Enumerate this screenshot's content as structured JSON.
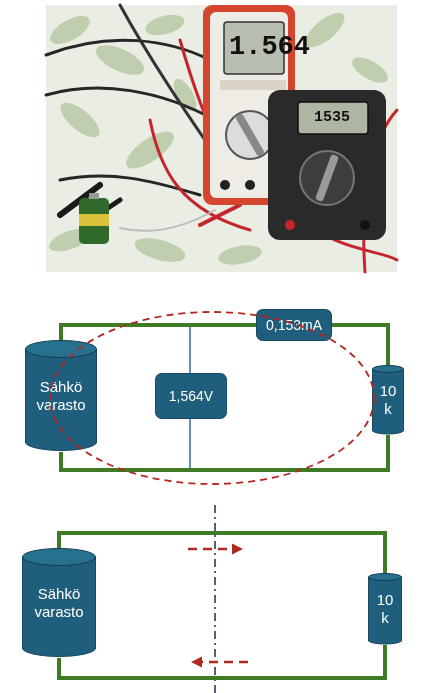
{
  "diagram": {
    "nodes": [
      {
        "text": [
          "Sähkö varasto"
        ]
      },
      {
        "text": [
          "1,564V"
        ]
      },
      {
        "text": [
          "0,153mA"
        ]
      },
      {
        "text": [
          "10 k"
        ]
      },
      {
        "text": [
          "Sähkö varasto"
        ]
      },
      {
        "text": [
          "10 k"
        ]
      }
    ],
    "edges": [
      {
        "from": 0,
        "to": 2,
        "arrow": "none"
      },
      {
        "from": 2,
        "to": 3,
        "arrow": "none"
      },
      {
        "from": 0,
        "to": 3,
        "arrow": "none"
      },
      {
        "from": 4,
        "to": 5,
        "arrow": "none"
      },
      {
        "from": 4,
        "to": 5,
        "arrow": "none"
      }
    ],
    "labels": [
      "1.564",
      "1535"
    ]
  }
}
